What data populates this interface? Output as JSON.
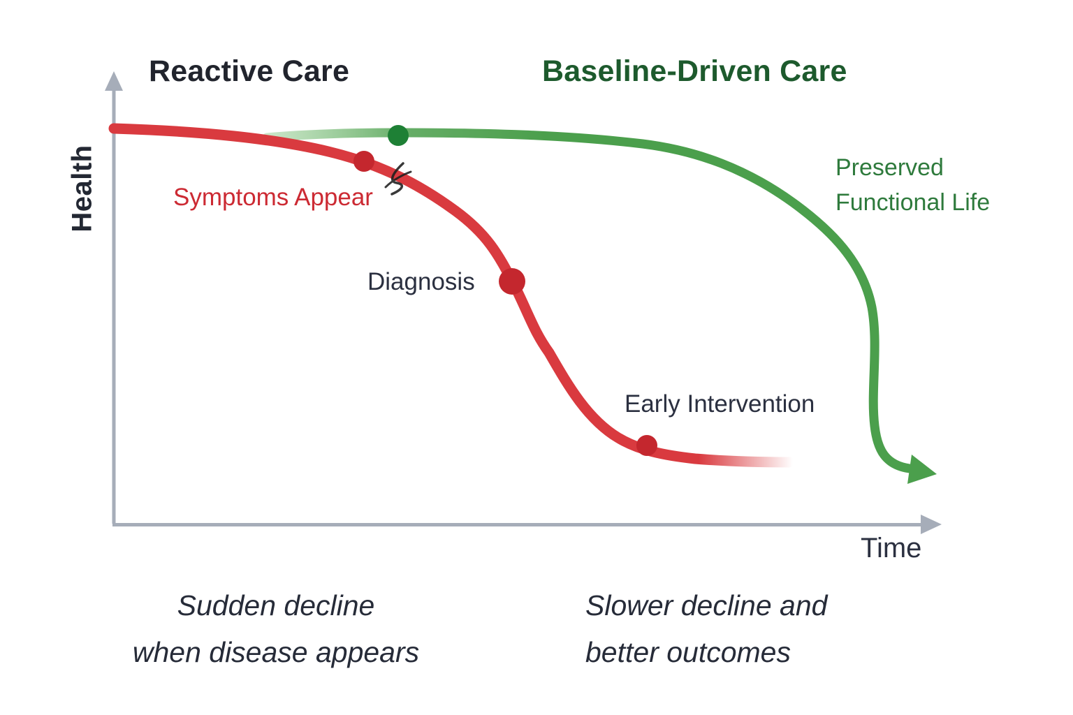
{
  "titles": {
    "left": "Reactive Care",
    "right": "Baseline-Driven Care"
  },
  "axes": {
    "y_label": "Health",
    "x_label": "Time"
  },
  "annotations": {
    "symptoms": "Symptoms Appear",
    "diagnosis": "Diagnosis",
    "early_intervention": "Early Intervention",
    "preserved_line1": "Preserved",
    "preserved_line2": "Functional Life"
  },
  "captions": {
    "left_line1": "Sudden decline",
    "left_line2": "when disease appears",
    "right_line1": "Slower decline and",
    "right_line2": "better outcomes"
  },
  "colors": {
    "red_curve": "#d93a3f",
    "red_dot": "#c4272e",
    "green_curve": "#4b9f4c",
    "green_curve_light": "#90cb8c",
    "green_dot": "#1e8035",
    "dark_text": "#262b38",
    "red_text": "#cc2a33",
    "green_text": "#2e7a3c",
    "green_title": "#1d5a2d",
    "title_text": "#21242d",
    "axis": "#a6adb9",
    "scribble": "#1e1e1e"
  },
  "chart_data": {
    "type": "line",
    "xlabel": "Time",
    "ylabel": "Health",
    "grid": false,
    "legend": "titles above plot, color-coded",
    "series": [
      {
        "name": "Reactive Care",
        "color": "#d93a3f",
        "x": [
          0,
          10,
          20,
          27,
          35,
          42,
          49,
          54,
          62,
          70,
          80,
          88
        ],
        "values": [
          96,
          95,
          93,
          90,
          85,
          77,
          62,
          49,
          28,
          20,
          17,
          16
        ],
        "note": "steep sigmoid decline, line fades out at right end"
      },
      {
        "name": "Baseline-Driven Care",
        "color": "#4b9f4c",
        "x": [
          20,
          30,
          40,
          55,
          70,
          80,
          88,
          92,
          94,
          96
        ],
        "values": [
          95,
          95,
          95,
          94,
          90,
          79,
          57,
          35,
          18,
          13
        ],
        "note": "stays high for long time, late steep drop ending in arrow"
      }
    ],
    "markers": [
      {
        "series": "Reactive Care",
        "label": "Symptoms Appear",
        "x": 31,
        "y": 88
      },
      {
        "series": "Reactive Care",
        "label": "Diagnosis",
        "x": 49,
        "y": 62
      },
      {
        "series": "Reactive Care",
        "label": "Early Intervention",
        "x": 66,
        "y": 21
      },
      {
        "series": "Baseline-Driven Care",
        "label": "",
        "x": 35,
        "y": 95
      }
    ],
    "annotations_on_chart": [
      "Preserved Functional Life"
    ],
    "captions_below": [
      "Sudden decline when disease appears",
      "Slower decline and better outcomes"
    ]
  }
}
